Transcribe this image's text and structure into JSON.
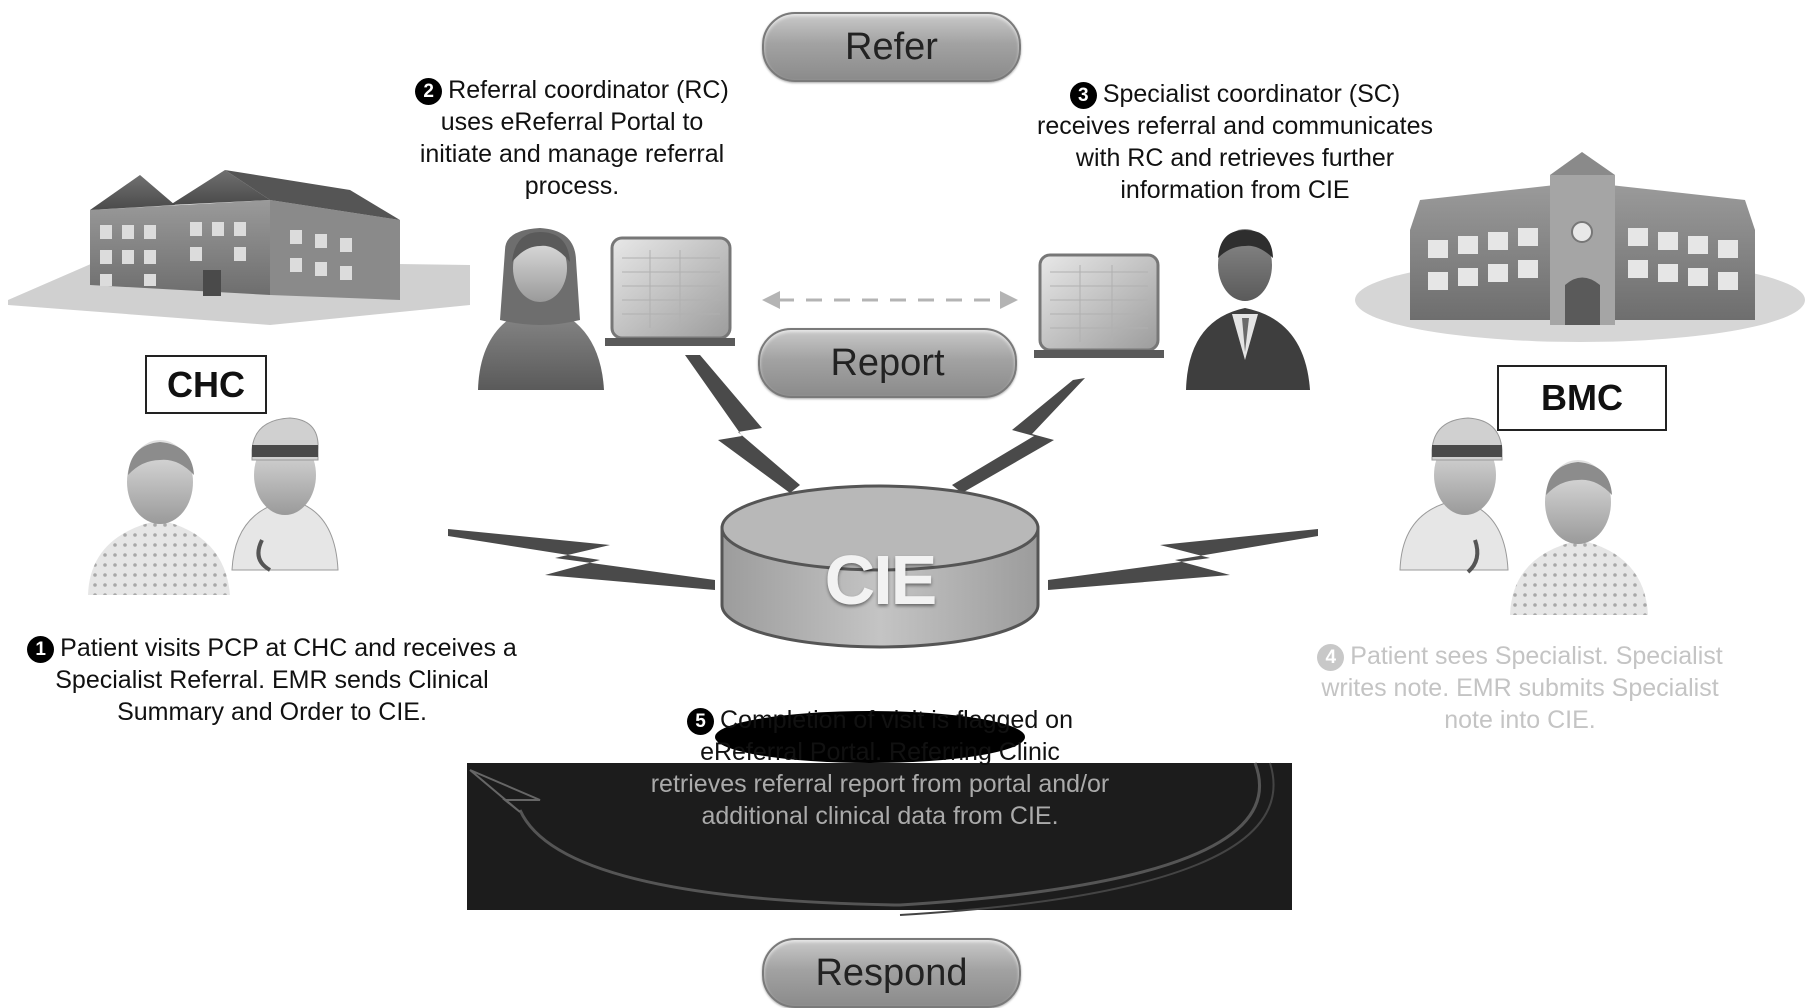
{
  "pills": {
    "refer": "Refer",
    "report": "Report",
    "respond": "Respond"
  },
  "sites": {
    "chc": "CHC",
    "bmc": "BMC"
  },
  "hub": {
    "label": "CIE"
  },
  "steps": {
    "step1": {
      "number": "1",
      "lines": [
        "Patient visits PCP at CHC and receives a",
        "Specialist Referral.  EMR sends Clinical",
        "Summary and Order to CIE."
      ]
    },
    "step2": {
      "number": "2",
      "lines": [
        "Referral coordinator (RC)",
        "uses eReferral Portal to",
        "initiate and manage referral",
        "process."
      ]
    },
    "step3": {
      "number": "3",
      "lines": [
        "Specialist coordinator (SC)",
        "receives referral and communicates",
        "with RC and retrieves further",
        "information from CIE"
      ]
    },
    "step4": {
      "number": "4",
      "lines": [
        "Patient sees Specialist.  Specialist",
        "writes note.  EMR submits Specialist",
        "note into CIE."
      ]
    },
    "step5": {
      "number": "5",
      "lines": [
        "Completion of visit is flagged on",
        "eReferral Portal.  Referring Clinic",
        "retrieves referral report from portal and/or",
        "additional clinical data from CIE."
      ]
    }
  },
  "colors": {
    "pill_fill": "#a8a8a8",
    "dark_panel": "#1c1c1c",
    "faded_text": "#c4c4c4",
    "bolt": "#4a4a4a"
  }
}
